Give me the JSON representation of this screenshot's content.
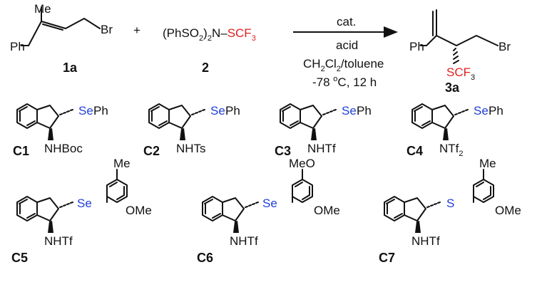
{
  "reaction": {
    "reactant1": {
      "me_label": "Me",
      "ph_label": "Ph",
      "br_label": "Br",
      "compound_id": "1a"
    },
    "plus": "+",
    "reagent2": {
      "prefix": "(PhSO",
      "sub1": "2",
      "mid": ")",
      "sub2": "2",
      "suffix": "N–",
      "scf3": "SCF",
      "scf3_sub": "3",
      "compound_id": "2"
    },
    "conditions": {
      "catalyst": "cat.",
      "acid": "acid",
      "solvent_a": "CH",
      "solvent_sub1": "2",
      "solvent_b": "Cl",
      "solvent_sub2": "2",
      "solvent_c": "/toluene",
      "temp_prefix": "-78 ",
      "temp_sup": "o",
      "temp_suffix": "C, 12 h"
    },
    "product": {
      "ph_label": "Ph",
      "br_label": "Br",
      "scf3": "SCF",
      "scf3_sub": "3",
      "compound_id": "3a"
    }
  },
  "catalysts": [
    {
      "id": "C1",
      "chalcogen": "Se",
      "aryl": "Ph",
      "n_label": "NHBoc"
    },
    {
      "id": "C2",
      "chalcogen": "Se",
      "aryl": "Ph",
      "n_label": "NHTs"
    },
    {
      "id": "C3",
      "chalcogen": "Se",
      "aryl": "Ph",
      "n_label": "NHTf"
    },
    {
      "id": "C4",
      "chalcogen": "Se",
      "aryl": "Ph",
      "n_label": "NTf",
      "n_sub": "2"
    },
    {
      "id": "C5",
      "chalcogen": "Se",
      "ortho_top": "Me",
      "ortho_bottom": "OMe",
      "n_label": "NHTf"
    },
    {
      "id": "C6",
      "chalcogen": "Se",
      "ortho_top": "MeO",
      "ortho_bottom": "OMe",
      "n_label": "NHTf"
    },
    {
      "id": "C7",
      "chalcogen": "S",
      "ortho_top": "Me",
      "ortho_bottom": "OMe",
      "n_label": "NHTf"
    }
  ],
  "colors": {
    "scf3": "#e02020",
    "chalcogen": "#1f3fd6"
  }
}
